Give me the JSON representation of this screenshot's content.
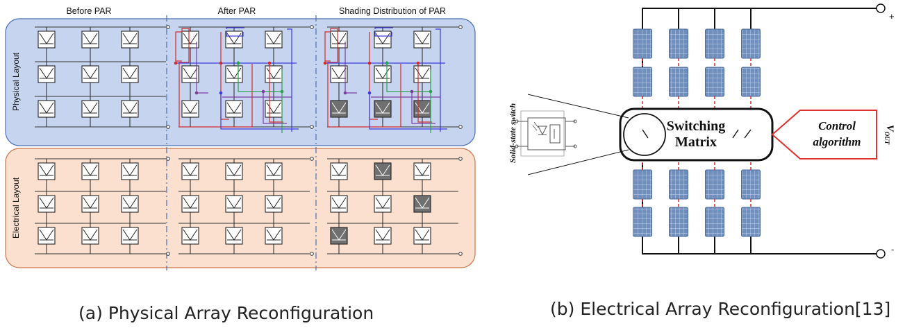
{
  "panel_a": {
    "columns": [
      "Before PAR",
      "After PAR",
      "Shading Distribution of PAR"
    ],
    "row_labels": [
      "Physical Layout",
      "Electrical Layout"
    ],
    "caption": "(a) Physical Array Reconfiguration",
    "colors": {
      "physical_bg": "#c6d4ef",
      "physical_border": "#4a6fb5",
      "electrical_bg": "#fbe0cf",
      "electrical_border": "#c9744a",
      "shaded_cell": "#707070",
      "divider": "#4a6fb5",
      "wire_red": "#d42a2a",
      "wire_blue": "#3b3be0",
      "wire_green": "#2aa04a",
      "wire_purple": "#7b3fa0"
    }
  },
  "panel_b": {
    "matrix_label": "Switching\nMatrix",
    "control_label": "Control\nalgorithm",
    "switch_label": "Solid-state switch",
    "vout_label": "V",
    "vout_sub": "OUT",
    "plus_label": "+",
    "minus_label": "-",
    "caption": "(b) Electrical Array Reconfiguration[13]",
    "colors": {
      "pv_cell": "#6f8fbf",
      "pv_grid": "#c8d6ee",
      "dashed_link": "#e23030",
      "control_border": "#e23030"
    }
  }
}
